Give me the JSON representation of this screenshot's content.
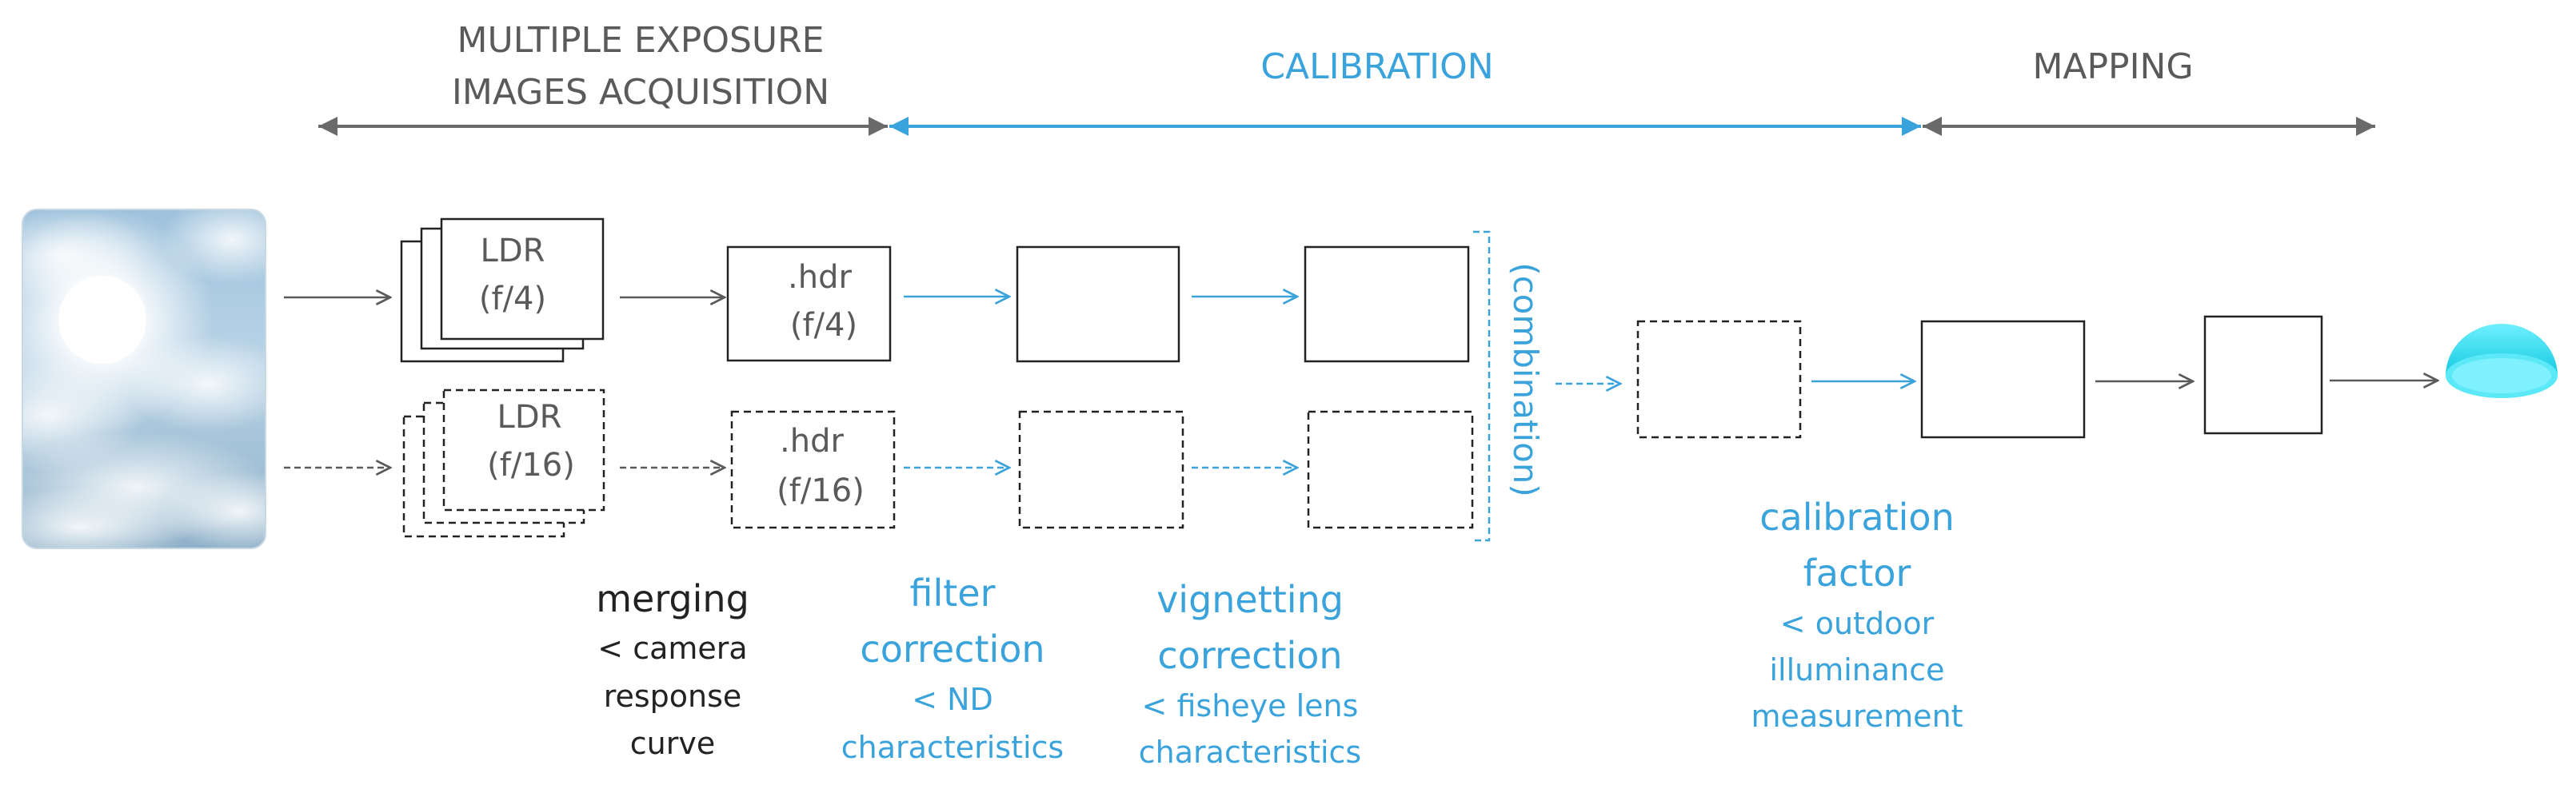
{
  "phases": {
    "acquisition_line1": "MULTIPLE EXPOSURE",
    "acquisition_line2": "IMAGES ACQUISITION",
    "calibration": "CALIBRATION",
    "mapping": "MAPPING"
  },
  "boxes": {
    "ldr_f4_line1": "LDR",
    "ldr_f4_line2": "(f/4)",
    "ldr_f16_line1": "LDR",
    "ldr_f16_line2": "(f/16)",
    "hdr_f4_line1": ".hdr",
    "hdr_f4_line2": "(f/4)",
    "hdr_f16_line1": ".hdr",
    "hdr_f16_line2": "(f/16)"
  },
  "combination_label": "(combination)",
  "steps": {
    "merging_title": "merging",
    "merging_note_1": "< camera",
    "merging_note_2": "response",
    "merging_note_3": "curve",
    "filter_title_1": "filter",
    "filter_title_2": "correction",
    "filter_note_1": "< ND",
    "filter_note_2": "characteristics",
    "vignetting_title_1": "vignetting",
    "vignetting_title_2": "correction",
    "vignetting_note_1": "< fisheye lens",
    "vignetting_note_2": "characteristics",
    "calibration_title_1": "calibration",
    "calibration_title_2": "factor",
    "calibration_note_1": "< outdoor",
    "calibration_note_2": "illuminance",
    "calibration_note_3": "measurement"
  },
  "colors": {
    "accent_blue": "#3ba3dc",
    "neutral_gray": "#5a5a5a",
    "box_stroke": "#222222",
    "dome_cyan": "#33d6ea"
  },
  "icons": {
    "sky_image": "sky-photo-icon",
    "output_dome": "dome-icon"
  }
}
